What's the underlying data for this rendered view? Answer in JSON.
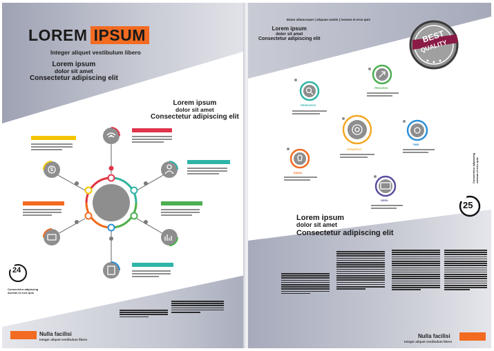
{
  "left": {
    "title_part1": "LOREM",
    "title_part2": "IPSUM",
    "subtitle": "Integer aliquet vestibulum libero",
    "heading1": {
      "a": "Lorem ipsum",
      "b": "dolor sit amet",
      "c": "Consectetur adipiscing elit"
    },
    "heading2": {
      "a": "Lorem ipsum",
      "b": "dolor sit amet",
      "c": "Consectetur adipiscing elit"
    },
    "badge_number": "24",
    "badge_caption_1": "Consectetur adipiscing",
    "badge_caption_2": "Aenean et eros quis",
    "footer_title": "Nulla facilisi",
    "footer_sub": "Integer aliquet vestibulum libero"
  },
  "right": {
    "top_line": "Etiam ullamcorper | aliquam mattis | Aenean et eros quis",
    "heading_top": {
      "a": "Lorem ipsum",
      "b": "dolor sit amet",
      "c": "Consectetur adipiscing elit"
    },
    "stamp_line1": "BEST",
    "stamp_line2": "QUALITY",
    "nodes": [
      "RESEARCH",
      "IDEAS",
      "PROCESS",
      "STRATEGY",
      "TIME",
      "SEEK"
    ],
    "badge_number": "25",
    "badge_caption_1": "Consectetur adipiscing",
    "badge_caption_2": "Aenean et eros quis",
    "heading_mid": {
      "a": "Lorem ipsum",
      "b": "dolor sit amet",
      "c": "Consectetur adipiscing elit"
    },
    "footer_title": "Nulla facilisi",
    "footer_sub": "Integer aliquet vestibulum libero"
  },
  "colors": {
    "orange": "#f26b21",
    "grey_band": "#b4b7c4",
    "red": "#e0344a",
    "teal": "#2fb4a8",
    "green": "#4caf50",
    "yellow": "#f5c400",
    "blue": "#2a8fd6",
    "purple": "#5b4b9d",
    "stamp_maroon": "#8a1a46"
  }
}
